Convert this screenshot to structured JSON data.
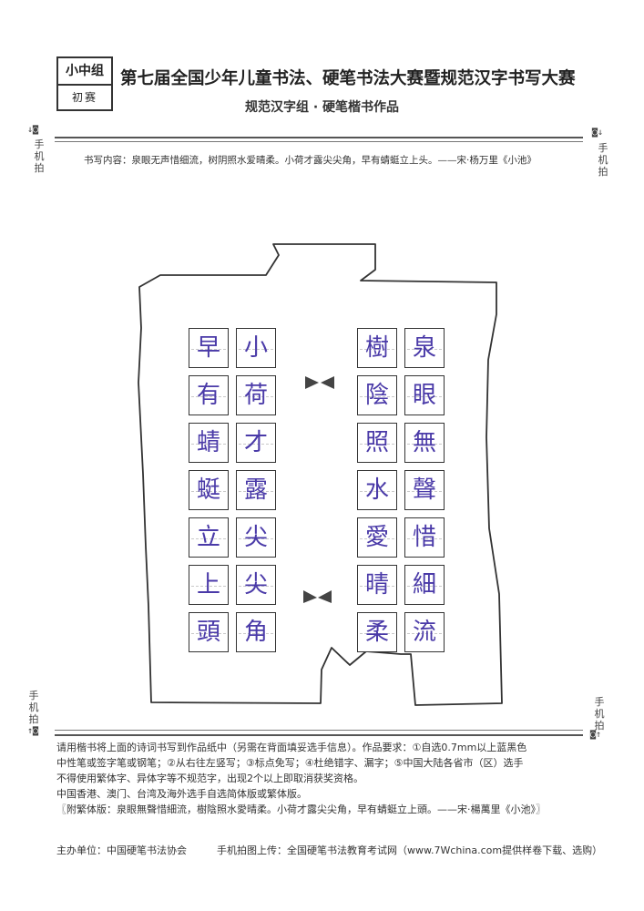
{
  "badge": {
    "group": "小中组",
    "stage": "初赛"
  },
  "header": {
    "title": "第七届全国少年儿童书法、硬笔书法大赛暨规范汉字书写大赛",
    "subtitle": "规范汉字组 · 硬笔楷书作品"
  },
  "side_marks": {
    "left_top": "手机拍",
    "right_top": "手机拍",
    "left_bottom": "手机拍",
    "right_bottom": "手机拍"
  },
  "content_line": "书写内容：泉眼无声惜细流，树阴照水爱晴柔。小荷才露尖尖角，早有蜻蜓立上头。——宋·杨万里《小池》",
  "columns": [
    {
      "chars": [
        "早",
        "有",
        "蜻",
        "蜓",
        "立",
        "上",
        "頭"
      ]
    },
    {
      "chars": [
        "小",
        "荷",
        "才",
        "露",
        "尖",
        "尖",
        "角"
      ]
    },
    {
      "chars": [
        "樹",
        "陰",
        "照",
        "水",
        "愛",
        "晴",
        "柔"
      ]
    },
    {
      "chars": [
        "泉",
        "眼",
        "無",
        "聲",
        "惜",
        "細",
        "流"
      ]
    }
  ],
  "requirements": [
    "请用楷书将上面的诗词书写到作品纸中（另需在背面填妥选手信息）。作品要求：①自选0.7mm以上蓝黑色",
    "中性笔或签字笔或钢笔；②从右往左竖写；③标点免写；④杜绝错字、漏字；⑤中国大陆各省市（区）选手",
    "不得使用繁体字、异体字等不规范字，出现2个以上即取消获奖资格。",
    "中国香港、澳门、台湾及海外选手自选简体版或繁体版。",
    "〖附繁体版：泉眼無聲惜細流，樹陰照水愛晴柔。小荷才露尖尖角，早有蜻蜓立上頭。——宋·楊萬里《小池》〗"
  ],
  "footer": {
    "organizer": "主办单位：中国硬笔书法协会",
    "upload": "手机拍图上传：全国硬笔书法教育考试网（www.7Wchina.com提供样卷下载、选购）"
  }
}
